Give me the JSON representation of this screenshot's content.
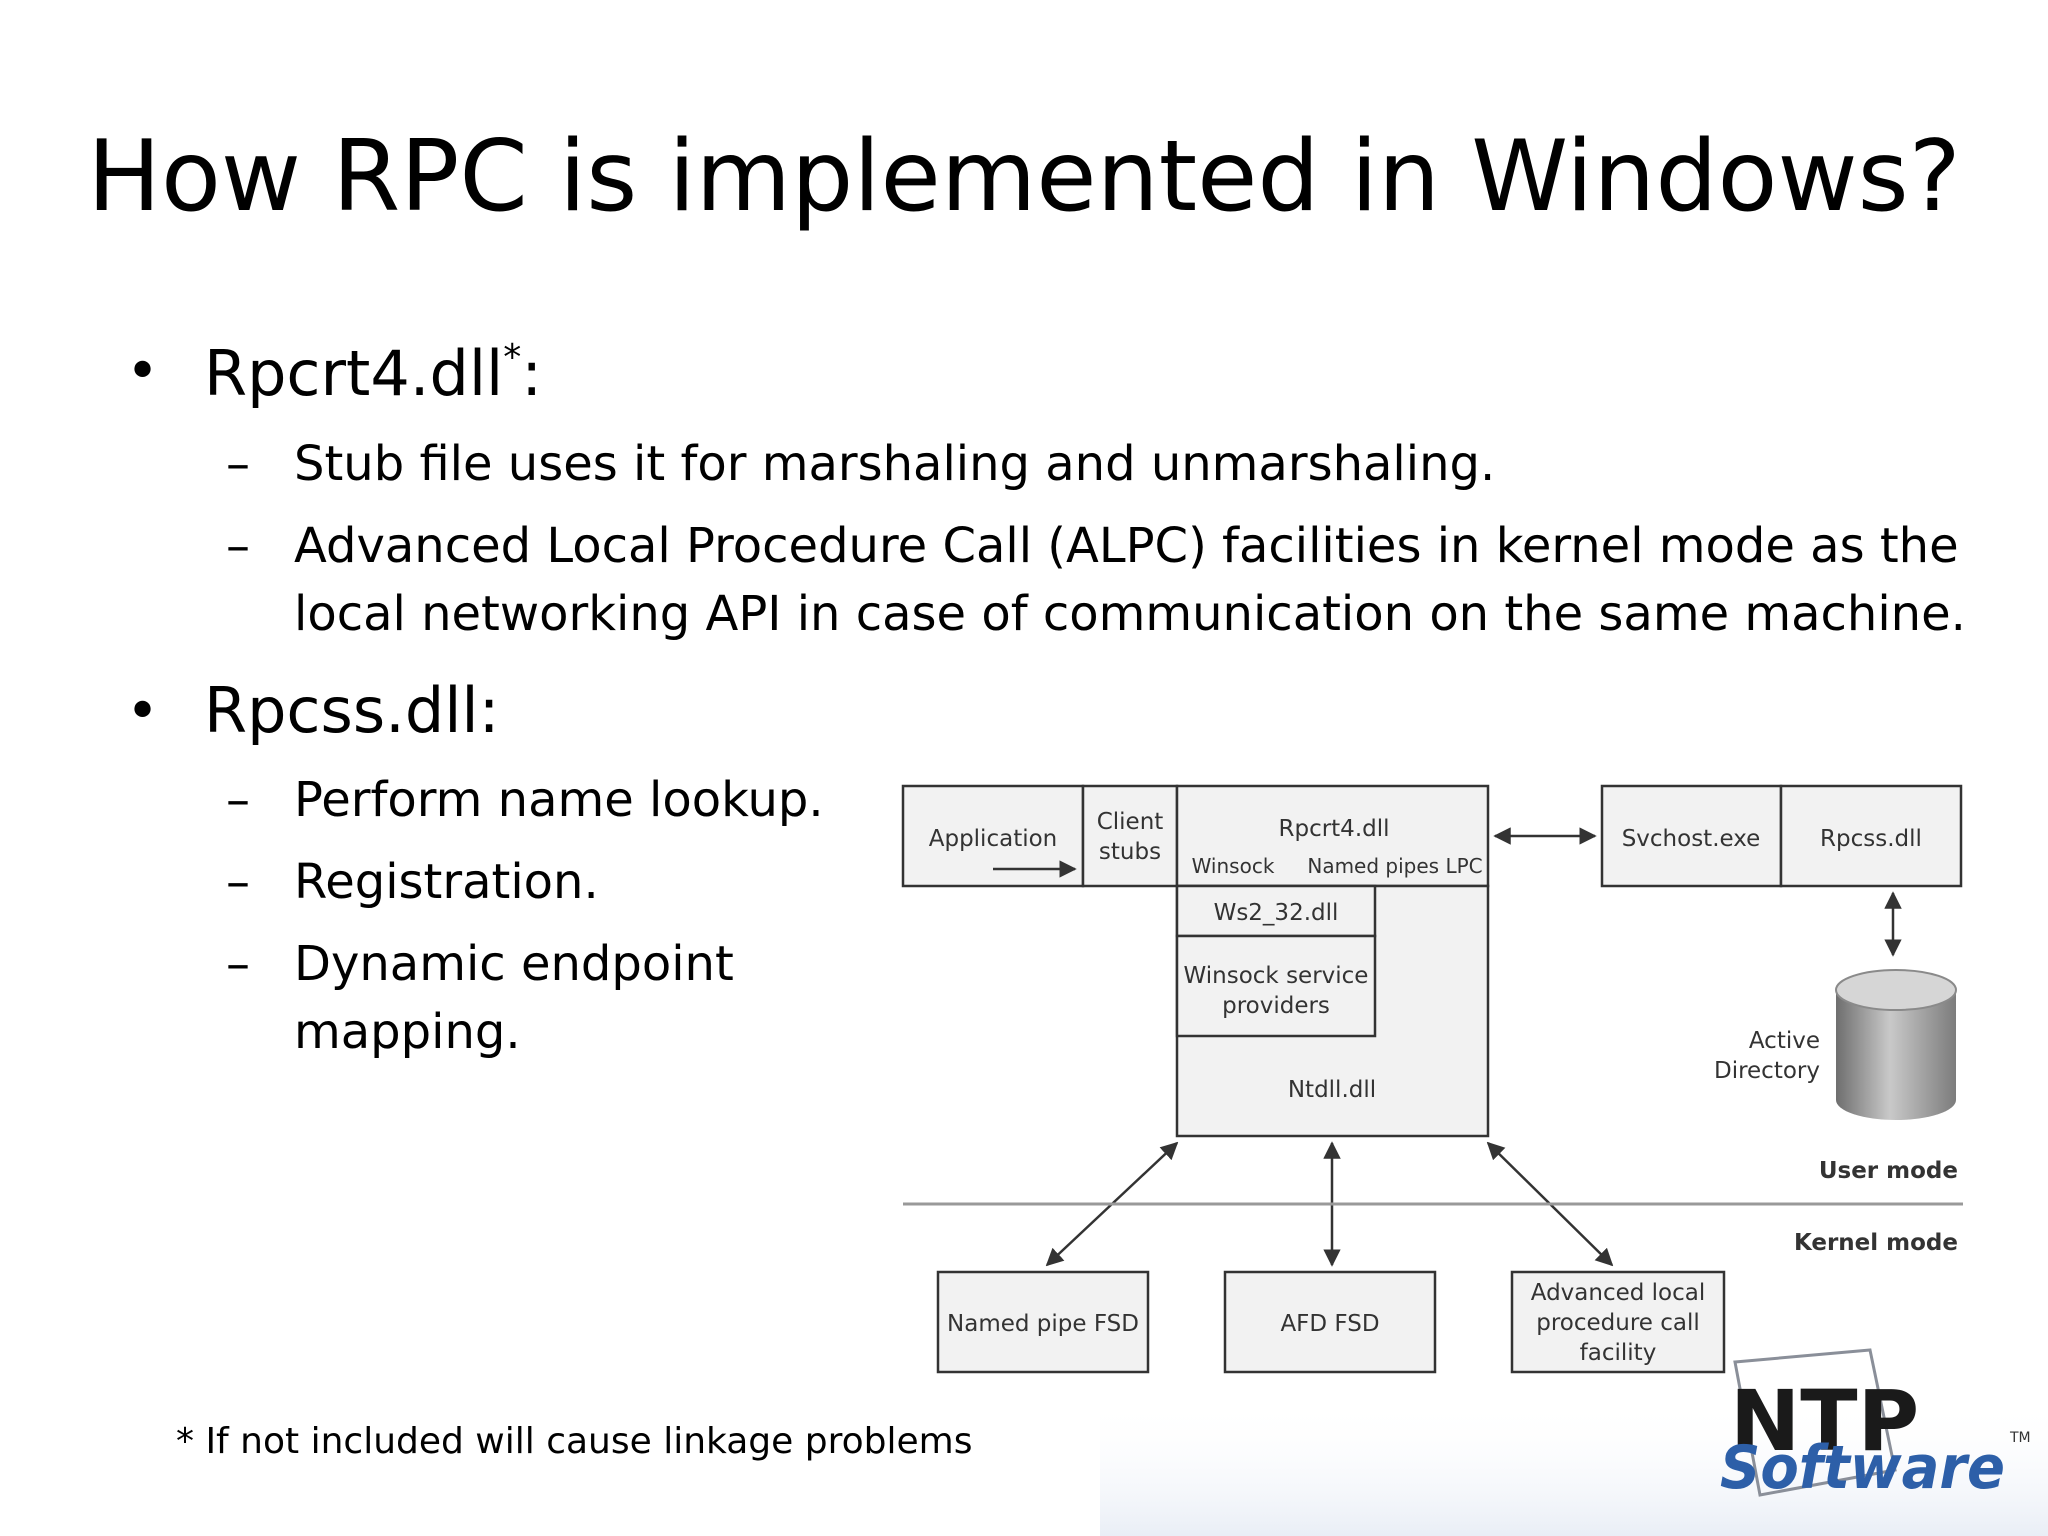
{
  "slide": {
    "title": "How RPC is implemented in Windows?",
    "bullet_symbol": "•",
    "dash_symbol": "–",
    "bullets": [
      {
        "text": "Rpcrt4.dll",
        "superscript": "*",
        "suffix": ":",
        "subitems": [
          "Stub file uses it for marshaling and unmarshaling.",
          "Advanced Local Procedure Call (ALPC) facilities in kernel mode as the",
          "local networking API in case of communication on the same machine."
        ]
      },
      {
        "text": "Rpcss.dll:",
        "subitems": [
          "Perform name lookup.",
          "Registration.",
          "Dynamic endpoint",
          "mapping."
        ]
      }
    ],
    "footnote": "* If not included will cause linkage problems"
  },
  "diagram": {
    "application": "Application",
    "client_stubs": [
      "Client",
      "stubs"
    ],
    "rpcrt4": "Rpcrt4.dll",
    "winsock": "Winsock",
    "named_pipes_lpc": "Named pipes LPC",
    "svchost": "Svchost.exe",
    "rpcss": "Rpcss.dll",
    "ws2_32": "Ws2_32.dll",
    "winsock_service_providers": [
      "Winsock service",
      "providers"
    ],
    "ntdll": "Ntdll.dll",
    "active_directory": [
      "Active",
      "Directory"
    ],
    "user_mode": "User mode",
    "kernel_mode": "Kernel mode",
    "named_pipe_fsd": "Named pipe FSD",
    "afd_fsd": "AFD FSD",
    "alpc_facility": [
      "Advanced local",
      "procedure call",
      "facility"
    ]
  },
  "logo": {
    "text_top": "NTP",
    "text_bottom": "Software",
    "trademark": "TM",
    "colors": {
      "top": "#1a1a1a",
      "bottom": "#2d5fa8",
      "shadow": "#8a8f99"
    }
  },
  "colors": {
    "box_fill": "#f2f2f2",
    "box_stroke": "#333333",
    "diagram_text": "#333333",
    "cylinder_dark": "#7a7a7a",
    "cylinder_light": "#bdbdbd"
  }
}
